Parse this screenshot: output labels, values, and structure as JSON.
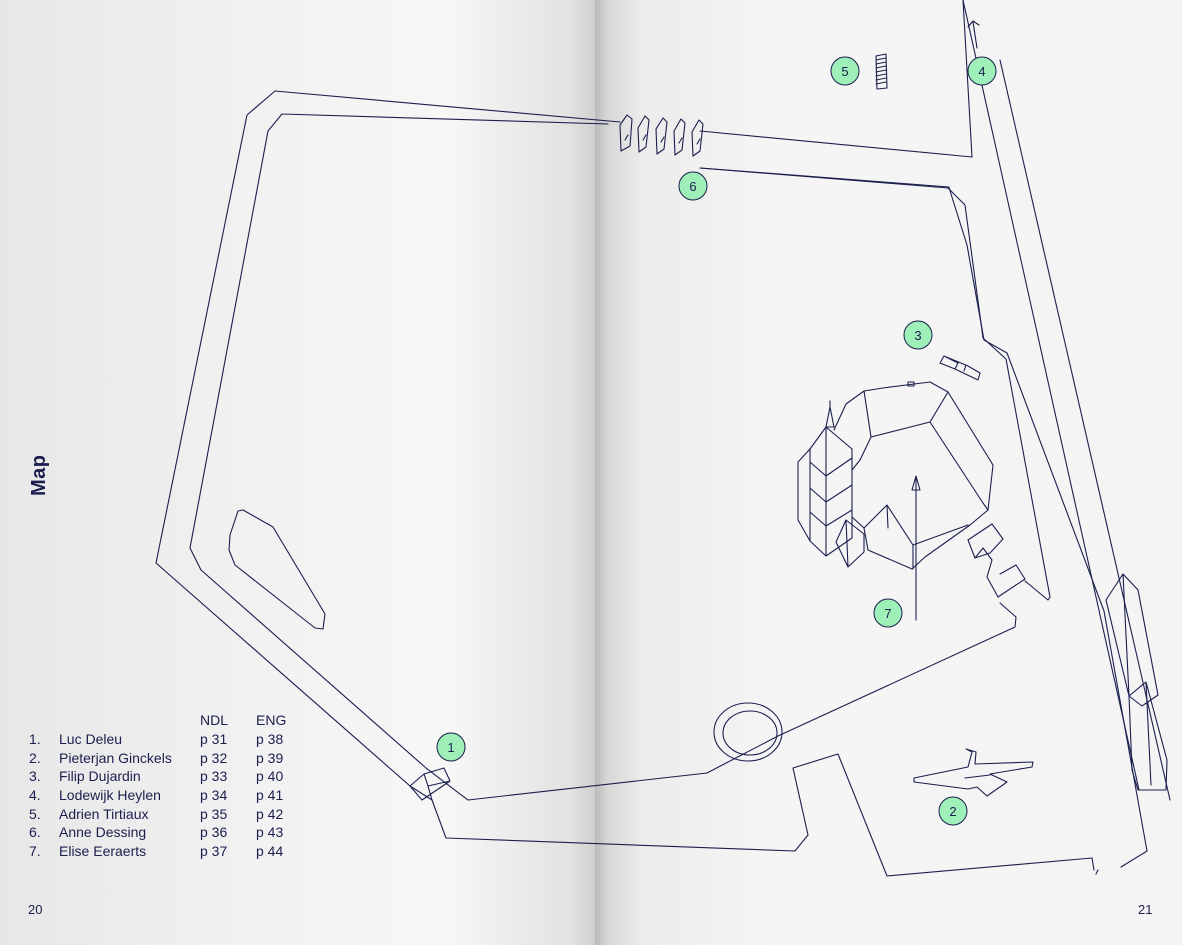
{
  "page": {
    "title": "Map",
    "page_left": "20",
    "page_right": "21"
  },
  "legend": {
    "col_ndl": "NDL",
    "col_eng": "ENG",
    "items": [
      {
        "num": "1.",
        "name": "Luc Deleu",
        "ndl": "p 31",
        "eng": "p 38"
      },
      {
        "num": "2.",
        "name": "Pieterjan Ginckels",
        "ndl": "p 32",
        "eng": "p 39"
      },
      {
        "num": "3.",
        "name": "Filip Dujardin",
        "ndl": "p 33",
        "eng": "p 40"
      },
      {
        "num": "4.",
        "name": "Lodewijk Heylen",
        "ndl": "p 34",
        "eng": "p 41"
      },
      {
        "num": "5.",
        "name": "Adrien Tirtiaux",
        "ndl": "p 35",
        "eng": "p 42"
      },
      {
        "num": "6.",
        "name": "Anne Dessing",
        "ndl": "p 36",
        "eng": "p 43"
      },
      {
        "num": "7.",
        "name": "Elise Eeraerts",
        "ndl": "p 37",
        "eng": "p 44"
      }
    ]
  },
  "markers": [
    {
      "id": "marker-1",
      "label": "1"
    },
    {
      "id": "marker-2",
      "label": "2"
    },
    {
      "id": "marker-3",
      "label": "3"
    },
    {
      "id": "marker-4",
      "label": "4"
    },
    {
      "id": "marker-5",
      "label": "5"
    },
    {
      "id": "marker-6",
      "label": "6"
    },
    {
      "id": "marker-7",
      "label": "7"
    }
  ],
  "colors": {
    "ink": "#1b1f4e",
    "marker_fill": "#9eefb8",
    "marker_stroke": "#1b1f4e"
  }
}
